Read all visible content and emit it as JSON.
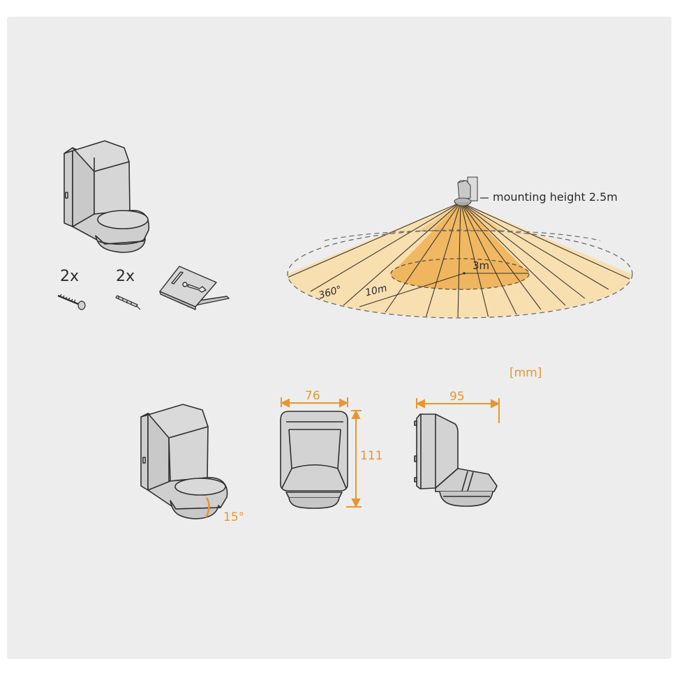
{
  "colors": {
    "panel_bg": "#ededed",
    "device_fill": "#d3d3d3",
    "device_stroke": "#2f2f2f",
    "cone_outer": "#f8dfb0",
    "cone_inner": "#f0b862",
    "dimension": "#e8962e",
    "text": "#2b2b2b"
  },
  "package_contents": {
    "screws": {
      "qty_label": "2x",
      "icon": "screw-icon"
    },
    "anchors": {
      "qty_label": "2x",
      "icon": "wall-anchor-icon"
    },
    "bracket": {
      "icon": "mounting-bracket-icon"
    }
  },
  "detection": {
    "mounting_label": "mounting height 2.5m",
    "angle_label": "360°",
    "outer_radius_label": "10m",
    "inner_radius_label": "3m"
  },
  "dimensions": {
    "unit_label": "[mm]",
    "width_label": "76",
    "height_label": "111",
    "depth_label": "95",
    "tilt_label": "15°"
  }
}
